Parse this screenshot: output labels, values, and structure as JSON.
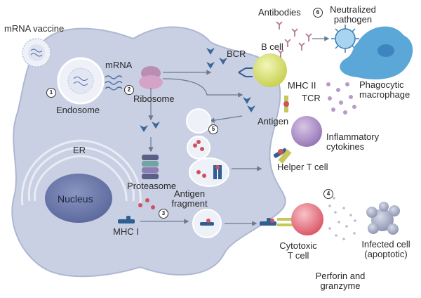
{
  "labels": {
    "mrna_vaccine": "mRNA vaccine",
    "endosome": "Endosome",
    "mrna": "mRNA",
    "ribosome": "Ribosome",
    "bcr": "BCR",
    "antibodies": "Antibodies",
    "neutralized": "Neutralized\npathogen",
    "b_cell": "B cell",
    "mhc_ii": "MHC II",
    "tcr": "TCR",
    "phagocytic": "Phagocytic\nmacrophage",
    "antigen": "Antigen",
    "inflammatory": "Inflammatory\ncytokines",
    "er": "ER",
    "nucleus": "Nucleus",
    "proteasome": "Proteasome",
    "antigen_fragment": "Antigen\nfragment",
    "helper_t": "Helper T cell",
    "mhc_i": "MHC I",
    "cytotoxic": "Cytotoxic\nT cell",
    "infected": "Infected cell\n(apoptotic)",
    "perforin": "Perforin and\ngranzyme"
  },
  "steps": [
    "1",
    "2",
    "3",
    "4",
    "5",
    "6"
  ],
  "colors": {
    "cell_body": "#c9d0e3",
    "cell_outline": "#aeb7d2",
    "nucleus": "#6e7bab",
    "b_cell": "#d7e06a",
    "t_helper": "#a98ac4",
    "cytotoxic": "#e5707e",
    "macrophage": "#5aa7d8",
    "receptor": "#2f5f93",
    "antigen_red": "#d0515d",
    "mhc_green": "#c5c85a"
  }
}
